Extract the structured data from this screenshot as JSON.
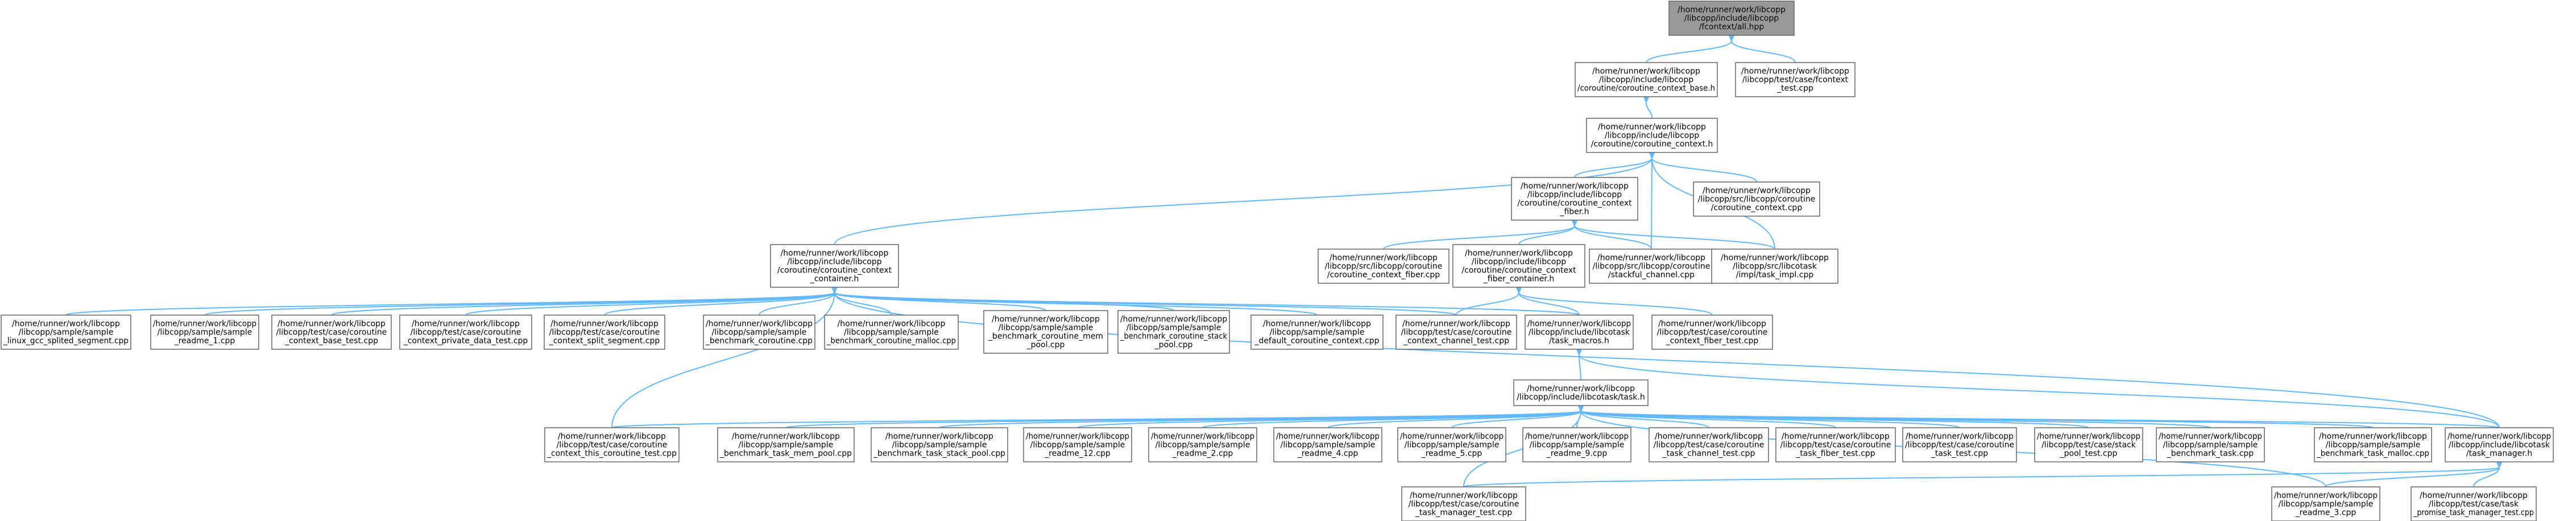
{
  "colors": {
    "node_fill": "#ffffff",
    "node_stroke": "#666666",
    "root_fill": "#999999",
    "root_stroke": "#666666",
    "edge": "#63b8ff",
    "text": "#000000"
  },
  "graph": {
    "nodes": [
      {
        "id": "n0",
        "root": true,
        "lines": [
          "/home/runner/work/libcopp",
          "/libcopp/include/libcopp",
          "/fcontext/all.hpp"
        ]
      },
      {
        "id": "n1",
        "lines": [
          "/home/runner/work/libcopp",
          "/libcopp/include/libcopp",
          "/coroutine/coroutine_context_base.h"
        ]
      },
      {
        "id": "n2",
        "lines": [
          "/home/runner/work/libcopp",
          "/libcopp/test/case/fcontext",
          "_test.cpp"
        ]
      },
      {
        "id": "n3",
        "lines": [
          "/home/runner/work/libcopp",
          "/libcopp/include/libcopp",
          "/coroutine/coroutine_context.h"
        ]
      },
      {
        "id": "n4",
        "lines": [
          "/home/runner/work/libcopp",
          "/libcopp/include/libcopp",
          "/coroutine/coroutine_context",
          "_fiber.h"
        ]
      },
      {
        "id": "n5",
        "lines": [
          "/home/runner/work/libcopp",
          "/libcopp/src/libcopp/coroutine",
          "/coroutine_context.cpp"
        ]
      },
      {
        "id": "n6",
        "lines": [
          "/home/runner/work/libcopp",
          "/libcopp/include/libcopp",
          "/coroutine/coroutine_context",
          "_container.h"
        ]
      },
      {
        "id": "n7",
        "lines": [
          "/home/runner/work/libcopp",
          "/libcopp/src/libcopp/coroutine",
          "/coroutine_context_fiber.cpp"
        ]
      },
      {
        "id": "n8",
        "lines": [
          "/home/runner/work/libcopp",
          "/libcopp/include/libcopp",
          "/coroutine/coroutine_context",
          "_fiber_container.h"
        ]
      },
      {
        "id": "n9",
        "lines": [
          "/home/runner/work/libcopp",
          "/libcopp/src/libcopp/coroutine",
          "/stackful_channel.cpp"
        ]
      },
      {
        "id": "n10",
        "lines": [
          "/home/runner/work/libcopp",
          "/libcopp/src/libcotask",
          "/impl/task_impl.cpp"
        ]
      },
      {
        "id": "n11",
        "lines": [
          "/home/runner/work/libcopp",
          "/libcopp/sample/sample",
          "_linux_gcc_splited_segment.cpp"
        ]
      },
      {
        "id": "n12",
        "lines": [
          "/home/runner/work/libcopp",
          "/libcopp/sample/sample",
          "_readme_1.cpp"
        ]
      },
      {
        "id": "n13",
        "lines": [
          "/home/runner/work/libcopp",
          "/libcopp/test/case/coroutine",
          "_context_base_test.cpp"
        ]
      },
      {
        "id": "n14",
        "lines": [
          "/home/runner/work/libcopp",
          "/libcopp/test/case/coroutine",
          "_context_private_data_test.cpp"
        ]
      },
      {
        "id": "n15",
        "lines": [
          "/home/runner/work/libcopp",
          "/libcopp/test/case/coroutine",
          "_context_split_segment.cpp"
        ]
      },
      {
        "id": "n16",
        "lines": [
          "/home/runner/work/libcopp",
          "/libcopp/sample/sample",
          "_benchmark_coroutine.cpp"
        ]
      },
      {
        "id": "n17",
        "lines": [
          "/home/runner/work/libcopp",
          "/libcopp/sample/sample",
          "_benchmark_coroutine_malloc.cpp"
        ]
      },
      {
        "id": "n18",
        "lines": [
          "/home/runner/work/libcopp",
          "/libcopp/sample/sample",
          "_benchmark_coroutine_mem",
          "_pool.cpp"
        ]
      },
      {
        "id": "n19",
        "lines": [
          "/home/runner/work/libcopp",
          "/libcopp/sample/sample",
          "_benchmark_coroutine_stack",
          "_pool.cpp"
        ]
      },
      {
        "id": "n20",
        "lines": [
          "/home/runner/work/libcopp",
          "/libcopp/sample/sample",
          "_default_coroutine_context.cpp"
        ]
      },
      {
        "id": "n21",
        "lines": [
          "/home/runner/work/libcopp",
          "/libcopp/test/case/coroutine",
          "_context_channel_test.cpp"
        ]
      },
      {
        "id": "n22",
        "lines": [
          "/home/runner/work/libcopp",
          "/libcopp/include/libcotask",
          "/task_macros.h"
        ]
      },
      {
        "id": "n23",
        "lines": [
          "/home/runner/work/libcopp",
          "/libcopp/test/case/coroutine",
          "_context_fiber_test.cpp"
        ]
      },
      {
        "id": "n24",
        "lines": [
          "/home/runner/work/libcopp",
          "/libcopp/include/libcotask/task.h"
        ]
      },
      {
        "id": "n25",
        "lines": [
          "/home/runner/work/libcopp",
          "/libcopp/test/case/coroutine",
          "_context_this_coroutine_test.cpp"
        ]
      },
      {
        "id": "n26",
        "lines": [
          "/home/runner/work/libcopp",
          "/libcopp/sample/sample",
          "_benchmark_task_mem_pool.cpp"
        ]
      },
      {
        "id": "n27",
        "lines": [
          "/home/runner/work/libcopp",
          "/libcopp/sample/sample",
          "_benchmark_task_stack_pool.cpp"
        ]
      },
      {
        "id": "n28",
        "lines": [
          "/home/runner/work/libcopp",
          "/libcopp/sample/sample",
          "_readme_12.cpp"
        ]
      },
      {
        "id": "n29",
        "lines": [
          "/home/runner/work/libcopp",
          "/libcopp/sample/sample",
          "_readme_2.cpp"
        ]
      },
      {
        "id": "n30",
        "lines": [
          "/home/runner/work/libcopp",
          "/libcopp/sample/sample",
          "_readme_4.cpp"
        ]
      },
      {
        "id": "n31",
        "lines": [
          "/home/runner/work/libcopp",
          "/libcopp/sample/sample",
          "_readme_5.cpp"
        ]
      },
      {
        "id": "n32",
        "lines": [
          "/home/runner/work/libcopp",
          "/libcopp/sample/sample",
          "_readme_9.cpp"
        ]
      },
      {
        "id": "n33",
        "lines": [
          "/home/runner/work/libcopp",
          "/libcopp/test/case/coroutine",
          "_task_channel_test.cpp"
        ]
      },
      {
        "id": "n34",
        "lines": [
          "/home/runner/work/libcopp",
          "/libcopp/test/case/coroutine",
          "_task_fiber_test.cpp"
        ]
      },
      {
        "id": "n35",
        "lines": [
          "/home/runner/work/libcopp",
          "/libcopp/test/case/coroutine",
          "_task_test.cpp"
        ]
      },
      {
        "id": "n36",
        "lines": [
          "/home/runner/work/libcopp",
          "/libcopp/test/case/stack",
          "_pool_test.cpp"
        ]
      },
      {
        "id": "n37",
        "lines": [
          "/home/runner/work/libcopp",
          "/libcopp/sample/sample",
          "_benchmark_task.cpp"
        ]
      },
      {
        "id": "n38",
        "lines": [
          "/home/runner/work/libcopp",
          "/libcopp/sample/sample",
          "_benchmark_task_malloc.cpp"
        ]
      },
      {
        "id": "n39",
        "lines": [
          "/home/runner/work/libcopp",
          "/libcopp/include/libcotask",
          "/task_manager.h"
        ]
      },
      {
        "id": "n40",
        "lines": [
          "/home/runner/work/libcopp",
          "/libcopp/test/case/coroutine",
          "_task_manager_test.cpp"
        ]
      },
      {
        "id": "n41",
        "lines": [
          "/home/runner/work/libcopp",
          "/libcopp/sample/sample",
          "_readme_3.cpp"
        ]
      },
      {
        "id": "n42",
        "lines": [
          "/home/runner/work/libcopp",
          "/libcopp/test/case/task",
          "_promise_task_manager_test.cpp"
        ]
      }
    ],
    "edges": [
      [
        "n0",
        "n1"
      ],
      [
        "n0",
        "n2"
      ],
      [
        "n1",
        "n3"
      ],
      [
        "n3",
        "n4"
      ],
      [
        "n3",
        "n5"
      ],
      [
        "n3",
        "n6"
      ],
      [
        "n3",
        "n9"
      ],
      [
        "n3",
        "n10"
      ],
      [
        "n4",
        "n7"
      ],
      [
        "n4",
        "n8"
      ],
      [
        "n4",
        "n9"
      ],
      [
        "n4",
        "n10"
      ],
      [
        "n6",
        "n11"
      ],
      [
        "n6",
        "n12"
      ],
      [
        "n6",
        "n13"
      ],
      [
        "n6",
        "n14"
      ],
      [
        "n6",
        "n15"
      ],
      [
        "n6",
        "n16"
      ],
      [
        "n6",
        "n17"
      ],
      [
        "n6",
        "n18"
      ],
      [
        "n6",
        "n19"
      ],
      [
        "n6",
        "n20"
      ],
      [
        "n6",
        "n21"
      ],
      [
        "n6",
        "n22"
      ],
      [
        "n6",
        "n25"
      ],
      [
        "n6",
        "n39"
      ],
      [
        "n8",
        "n21"
      ],
      [
        "n8",
        "n22"
      ],
      [
        "n8",
        "n23"
      ],
      [
        "n22",
        "n24"
      ],
      [
        "n22",
        "n39"
      ],
      [
        "n24",
        "n25"
      ],
      [
        "n24",
        "n26"
      ],
      [
        "n24",
        "n27"
      ],
      [
        "n24",
        "n28"
      ],
      [
        "n24",
        "n29"
      ],
      [
        "n24",
        "n30"
      ],
      [
        "n24",
        "n31"
      ],
      [
        "n24",
        "n32"
      ],
      [
        "n24",
        "n33"
      ],
      [
        "n24",
        "n34"
      ],
      [
        "n24",
        "n35"
      ],
      [
        "n24",
        "n36"
      ],
      [
        "n24",
        "n37"
      ],
      [
        "n24",
        "n38"
      ],
      [
        "n24",
        "n39"
      ],
      [
        "n24",
        "n40"
      ],
      [
        "n24",
        "n41"
      ],
      [
        "n39",
        "n40"
      ],
      [
        "n39",
        "n41"
      ],
      [
        "n39",
        "n42"
      ]
    ]
  }
}
